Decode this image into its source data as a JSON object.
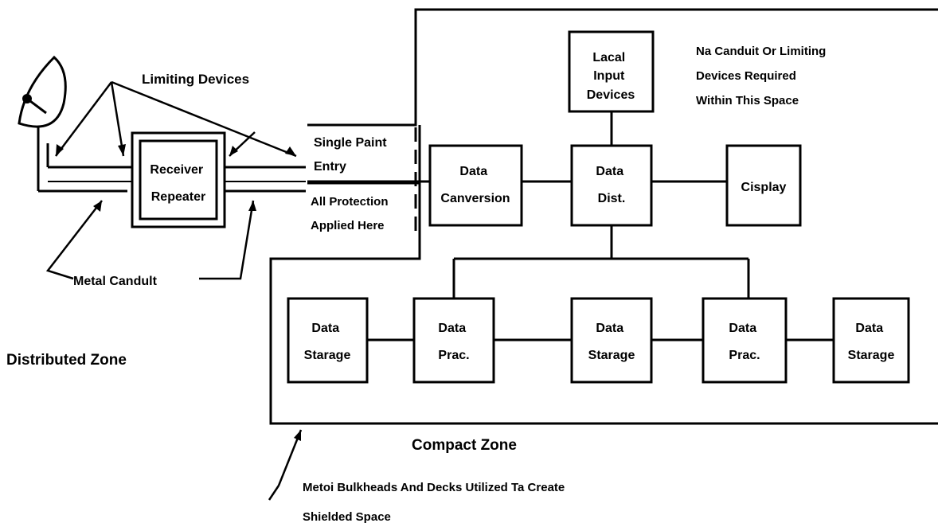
{
  "labels": {
    "limiting_devices": "Limiting Devices",
    "metal_conduit": "Metal Candult",
    "distributed_zone": "Distributed  Zone",
    "compact_zone": "Compact  Zone",
    "no_conduit": [
      "Na  Canduit  Or  Limiting",
      "Devices  Required",
      "Within  This  Space"
    ],
    "bulkheads": [
      "Metoi  Bulkheads  And  Decks  Utilized  Ta  Create",
      "Shielded   Space"
    ]
  },
  "blocks": {
    "receiver": [
      "Receiver",
      "Repeater"
    ],
    "entry_top": [
      "Single  Paint",
      "Entry"
    ],
    "entry_bottom": [
      "All  Protection",
      "Applied  Here"
    ],
    "data_conversion": [
      "Data",
      "Canversion"
    ],
    "local_input": [
      "Lacal",
      "Input",
      "Devices"
    ],
    "data_dist": [
      "Data",
      "Dist."
    ],
    "display": [
      "Cisplay"
    ],
    "storage_1": [
      "Data",
      "Starage"
    ],
    "proc_1": [
      "Data",
      "Prac."
    ],
    "storage_2": [
      "Data",
      "Starage"
    ],
    "proc_2": [
      "Data",
      "Prac."
    ],
    "storage_3": [
      "Data",
      "Starage"
    ]
  }
}
